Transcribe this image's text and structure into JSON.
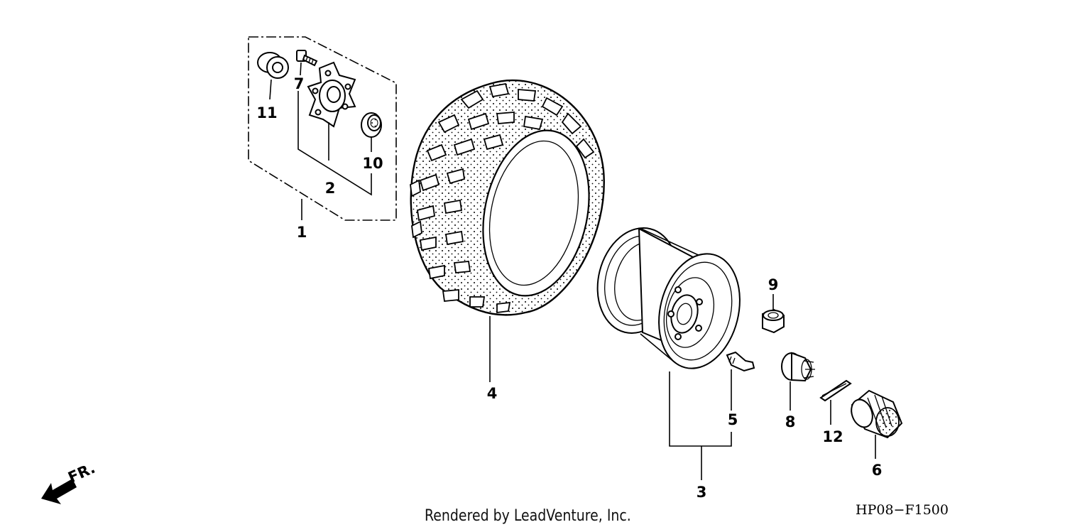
{
  "callouts": {
    "c1": "1",
    "c2": "2",
    "c3": "3",
    "c4": "4",
    "c5": "5",
    "c6": "6",
    "c7": "7",
    "c8": "8",
    "c9": "9",
    "c10": "10",
    "c11": "11",
    "c12": "12"
  },
  "direction_label": "FR.",
  "diagram_code": "HP08−F1500",
  "credit": "Rendered by LeadVenture, Inc."
}
